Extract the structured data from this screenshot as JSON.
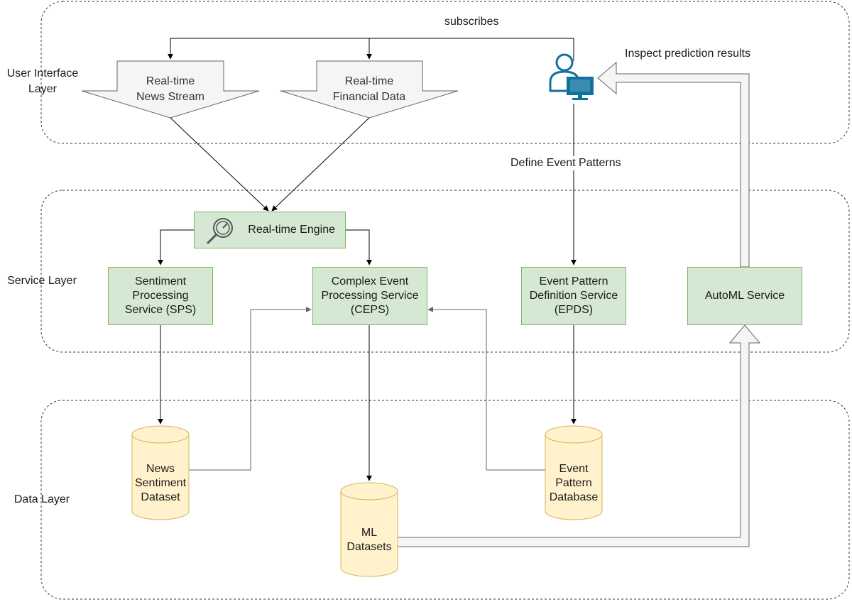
{
  "layers": {
    "ui": "User Interface\nLayer",
    "service": "Service Layer",
    "data": "Data Layer"
  },
  "streams": {
    "news": "Real-time\nNews Stream",
    "financial": "Real-time\nFinancial Data"
  },
  "edges": {
    "subscribes": "subscribes",
    "inspect": "Inspect prediction results",
    "define": "Define Event Patterns"
  },
  "services": {
    "engine": "Real-time Engine",
    "sps": "Sentiment\nProcessing\nService (SPS)",
    "ceps": "Complex Event\nProcessing Service\n(CEPS)",
    "epds": "Event Pattern\nDefinition Service\n(EPDS)",
    "automl": "AutoML Service"
  },
  "databases": {
    "news_sentiment": "News\nSentiment\nDataset",
    "ml": "ML\nDatasets",
    "event_pattern": "Event\nPattern\nDatabase"
  },
  "colors": {
    "service_fill": "#d5e8d4",
    "service_border": "#82b366",
    "db_fill": "#fff2cc",
    "db_border": "#d6b656",
    "user_icon": "#10739e",
    "stream_fill": "#f5f5f5"
  },
  "icons": {
    "user": "user-with-monitor-icon",
    "engine": "gauge-magnifier-icon"
  }
}
